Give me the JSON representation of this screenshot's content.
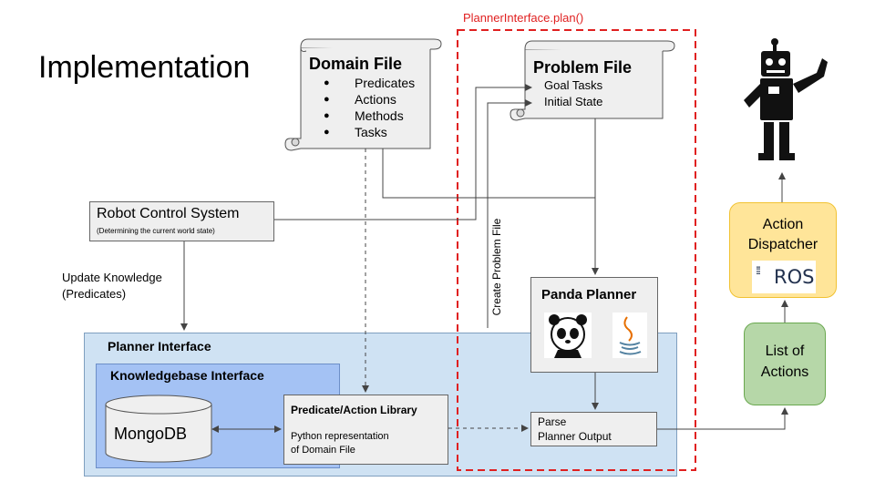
{
  "slide_title": "Implementation",
  "planner_call_label": "PlannerInterface.plan()",
  "domain_file": {
    "title": "Domain File",
    "items": [
      "Predicates",
      "Actions",
      "Methods",
      "Tasks"
    ]
  },
  "problem_file": {
    "title": "Problem File",
    "items": [
      "Goal Tasks",
      "Initial State"
    ]
  },
  "robot_control": {
    "title": "Robot Control System",
    "subtitle": "(Determining the current world state)"
  },
  "update_knowledge": {
    "line1": "Update Knowledge",
    "line2": "(Predicates)"
  },
  "create_problem_file": "Create Problem File",
  "panda_planner": {
    "title": "Panda Planner"
  },
  "planner_interface": {
    "title": "Planner Interface"
  },
  "knowledgebase_interface": {
    "title": "Knowledgebase Interface"
  },
  "mongodb": {
    "label": "MongoDB"
  },
  "predicate_library": {
    "title": "Predicate/Action Library",
    "desc_line1": "Python representation",
    "desc_line2": "of Domain File"
  },
  "parse_output": {
    "line1": "Parse",
    "line2": "Planner Output"
  },
  "action_dispatcher": {
    "line1": "Action",
    "line2": "Dispatcher",
    "logo_text": "ROS"
  },
  "list_of_actions": {
    "line1": "List of",
    "line2": "Actions"
  },
  "colors": {
    "planner_interface_bg": "#cfe2f3",
    "knowledgebase_bg": "#a4c2f4",
    "dispatcher_bg": "#ffe599",
    "dispatcher_border": "#f1c232",
    "actions_bg": "#b6d7a8",
    "actions_border": "#6aa84f",
    "red_dashed": "#e02020"
  },
  "icons": [
    "robot-icon",
    "panda-icon",
    "java-icon",
    "ros-logo",
    "mongodb-cylinder",
    "scroll-icon"
  ]
}
